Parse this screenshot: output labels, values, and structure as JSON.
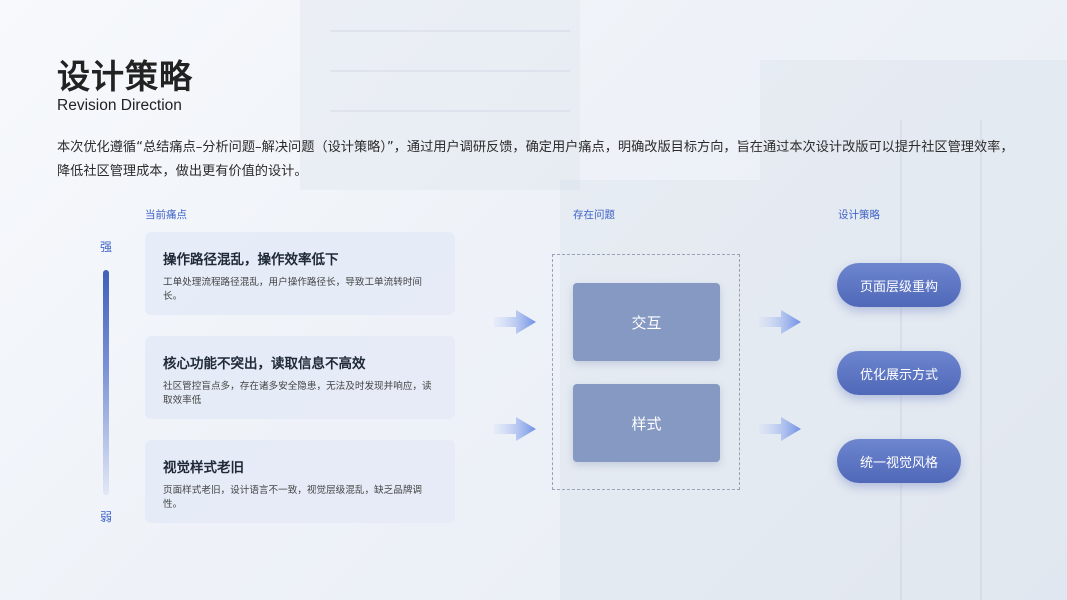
{
  "header": {
    "title": "设计策略",
    "subtitle": "Revision Direction",
    "intro": "本次优化遵循“总结痛点–分析问题–解决问题（设计策略）”，通过用户调研反馈，确定用户痛点，明确改版目标方向，旨在通过本次设计改版可以提升社区管理效率，降低社区管理成本，做出更有价值的设计。"
  },
  "columns": {
    "pain_label": "当前痛点",
    "issue_label": "存在问题",
    "strategy_label": "设计策略"
  },
  "scale": {
    "strong": "强",
    "weak": "弱"
  },
  "pain_points": [
    {
      "title": "操作路径混乱，操作效率低下",
      "desc": "工单处理流程路径混乱，用户操作路径长，导致工单流转时间长。"
    },
    {
      "title": "核心功能不突出，读取信息不高效",
      "desc": "社区管控盲点多，存在诸多安全隐患，无法及时发现并响应，读取效率低"
    },
    {
      "title": "视觉样式老旧",
      "desc": "页面样式老旧，设计语言不一致，视觉层级混乱，缺乏品牌调性。"
    }
  ],
  "issues": [
    "交互",
    "样式"
  ],
  "strategies": [
    "页面层级重构",
    "优化展示方式",
    "统一视觉风格"
  ],
  "colors": {
    "accent": "#3f63c7",
    "issue_fill": "#8599c3",
    "pill_top": "#6e86cf",
    "pill_bottom": "#4f68b8",
    "card_fill": "#e4eaf7"
  }
}
